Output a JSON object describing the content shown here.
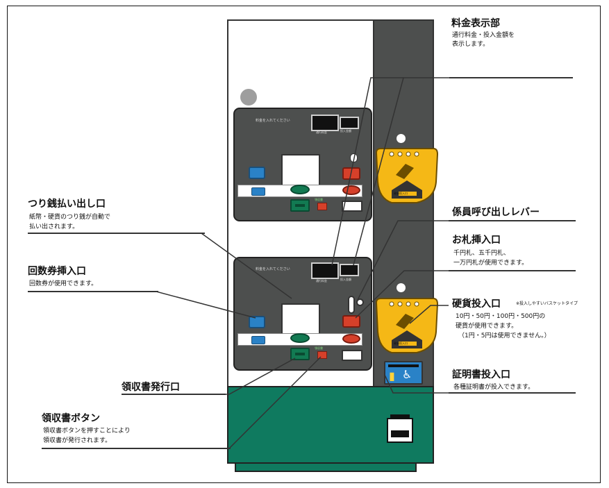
{
  "colors": {
    "machine_dark": "#4d4f4e",
    "base_green": "#0f7a5f",
    "coin_yellow": "#f5b816",
    "button_blue": "#2a82c7",
    "button_red": "#d6402a",
    "button_green": "#127a52"
  },
  "panel": {
    "caption": "料金を入れてください",
    "display_main_caption": "通行料金",
    "display_sub_caption": "投入金額",
    "indicator_caption": "領収書"
  },
  "coin_unit_caption": "硬貨投入口",
  "labels": {
    "fare_display": {
      "title": "料金表示部",
      "line1": "通行料金・投入金額を",
      "line2": "表示します。"
    },
    "change_outlet": {
      "title": "つり銭払い出し口",
      "line1": "紙幣・硬貨のつり銭が自動で",
      "line2": "払い出されます。"
    },
    "staff_lever": {
      "title": "係員呼び出しレバー"
    },
    "bill_slot": {
      "title": "お札挿入口",
      "line1": "千円札、五千円札、",
      "line2": "一万円札が使用できます。"
    },
    "ticket_slot": {
      "title": "回数券挿入口",
      "line1": "回数券が使用できます。"
    },
    "coin_slot": {
      "title": "硬貨投入口",
      "note": "※投入しやすいバスケットタイプ",
      "line1": "10円・50円・100円・500円の",
      "line2": "硬貨が使用できます。",
      "line3": "（1円・5円は使用できません。）"
    },
    "receipt_outlet": {
      "title": "領収書発行口"
    },
    "certificate_slot": {
      "title": "証明書投入口",
      "line1": "各種証明書が投入できます。"
    },
    "receipt_button": {
      "title": "領収書ボタン",
      "line1": "領収書ボタンを押すことにより",
      "line2": "領収書が発行されます。"
    }
  },
  "icons": {
    "coin_basket": "coin-basket-icon",
    "accessibility": "wheelchair-icon"
  }
}
